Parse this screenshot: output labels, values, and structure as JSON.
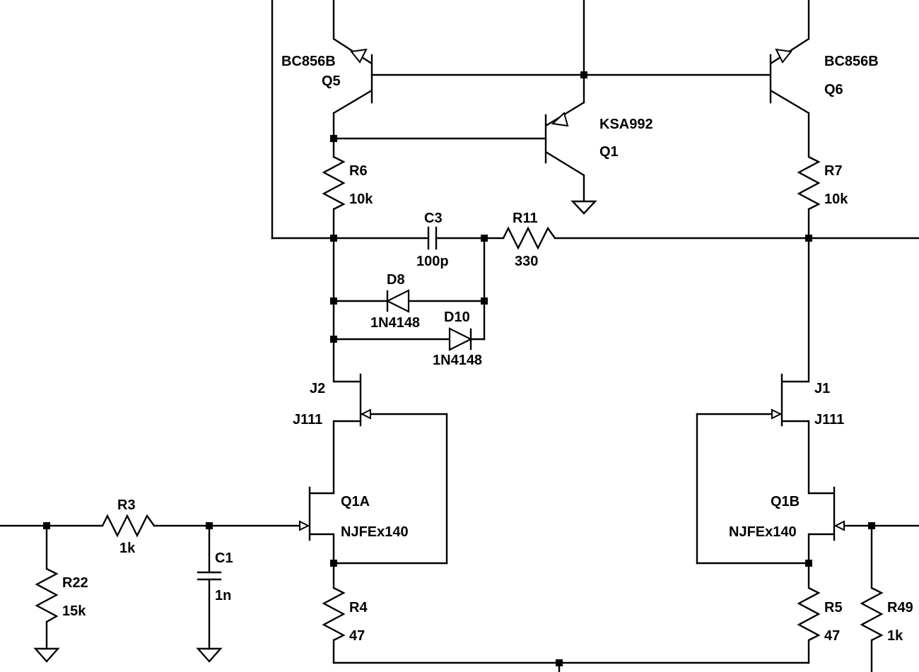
{
  "components": {
    "Q5": {
      "ref": "Q5",
      "part": "BC856B"
    },
    "Q6": {
      "ref": "Q6",
      "part": "BC856B"
    },
    "Q1": {
      "ref": "Q1",
      "part": "KSA992"
    },
    "R6": {
      "ref": "R6",
      "value": "10k"
    },
    "R7": {
      "ref": "R7",
      "value": "10k"
    },
    "C3": {
      "ref": "C3",
      "value": "100p"
    },
    "R11": {
      "ref": "R11",
      "value": "330"
    },
    "D8": {
      "ref": "D8",
      "part": "1N4148"
    },
    "D10": {
      "ref": "D10",
      "part": "1N4148"
    },
    "J2": {
      "ref": "J2",
      "part": "J111"
    },
    "J1": {
      "ref": "J1",
      "part": "J111"
    },
    "Q1A": {
      "ref": "Q1A",
      "part": "NJFEx140"
    },
    "Q1B": {
      "ref": "Q1B",
      "part": "NJFEx140"
    },
    "R3": {
      "ref": "R3",
      "value": "1k"
    },
    "C1": {
      "ref": "C1",
      "value": "1n"
    },
    "R22": {
      "ref": "R22",
      "value": "15k"
    },
    "R4": {
      "ref": "R4",
      "value": "47"
    },
    "R5": {
      "ref": "R5",
      "value": "47"
    },
    "R49": {
      "ref": "R49",
      "value": "1k"
    }
  }
}
